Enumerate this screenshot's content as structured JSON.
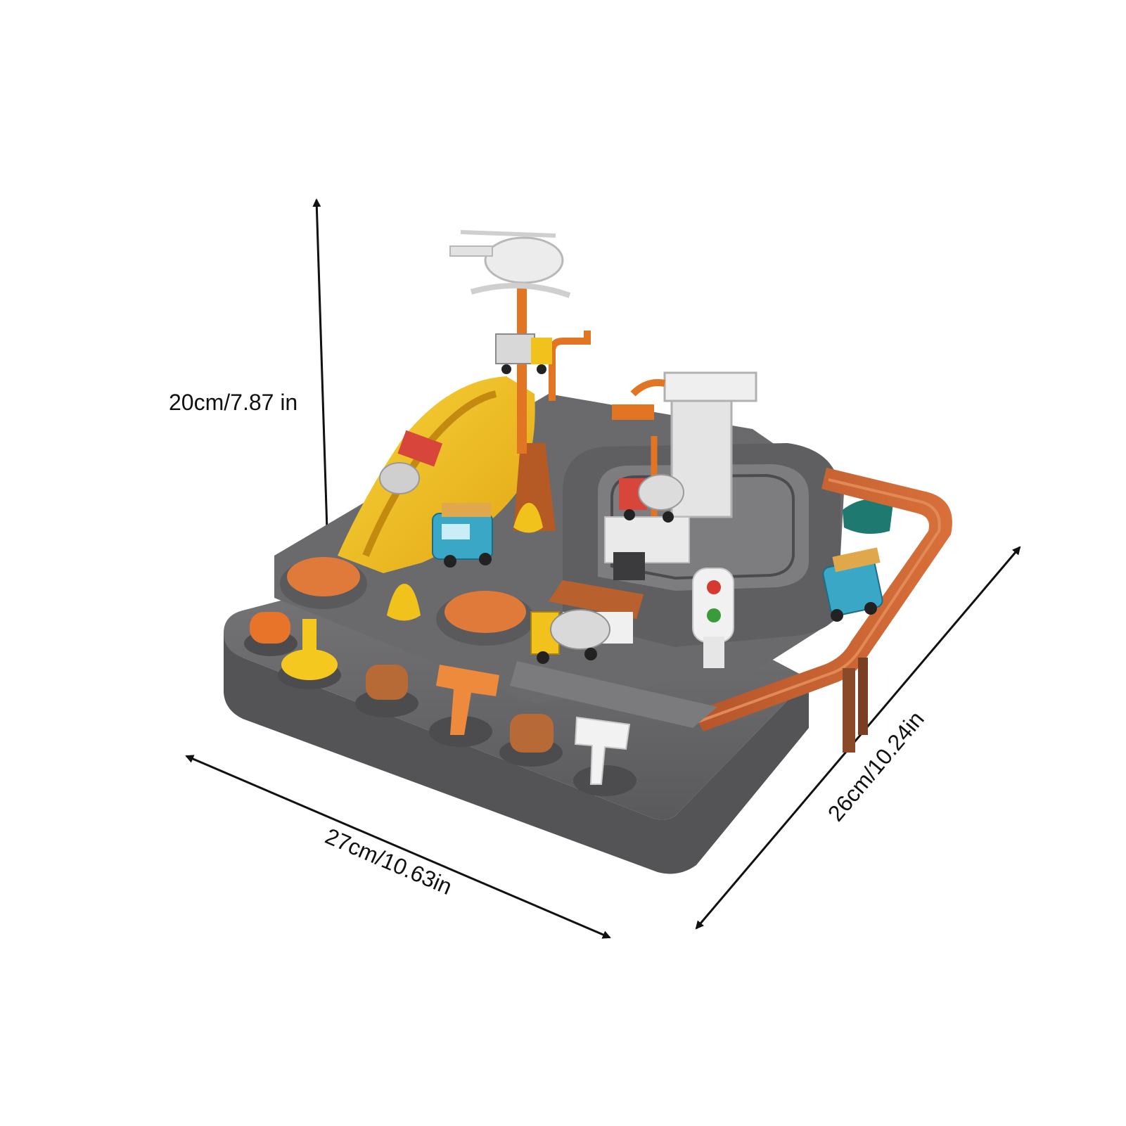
{
  "image": {
    "subject": "children's car adventure track playset",
    "background_color": "#ffffff"
  },
  "dimensions": {
    "height_label": "20cm/7.87 in",
    "width_label": "27cm/10.63in",
    "depth_label": "26cm/10.24in"
  },
  "colors": {
    "base_gray": "#6f6f71",
    "base_dark": "#565658",
    "track_orange": "#c8622f",
    "accent_orange": "#e8742a",
    "slide_yellow": "#f2c21c",
    "crane_white": "#e6e6e6",
    "arrow_color": "#111111"
  }
}
